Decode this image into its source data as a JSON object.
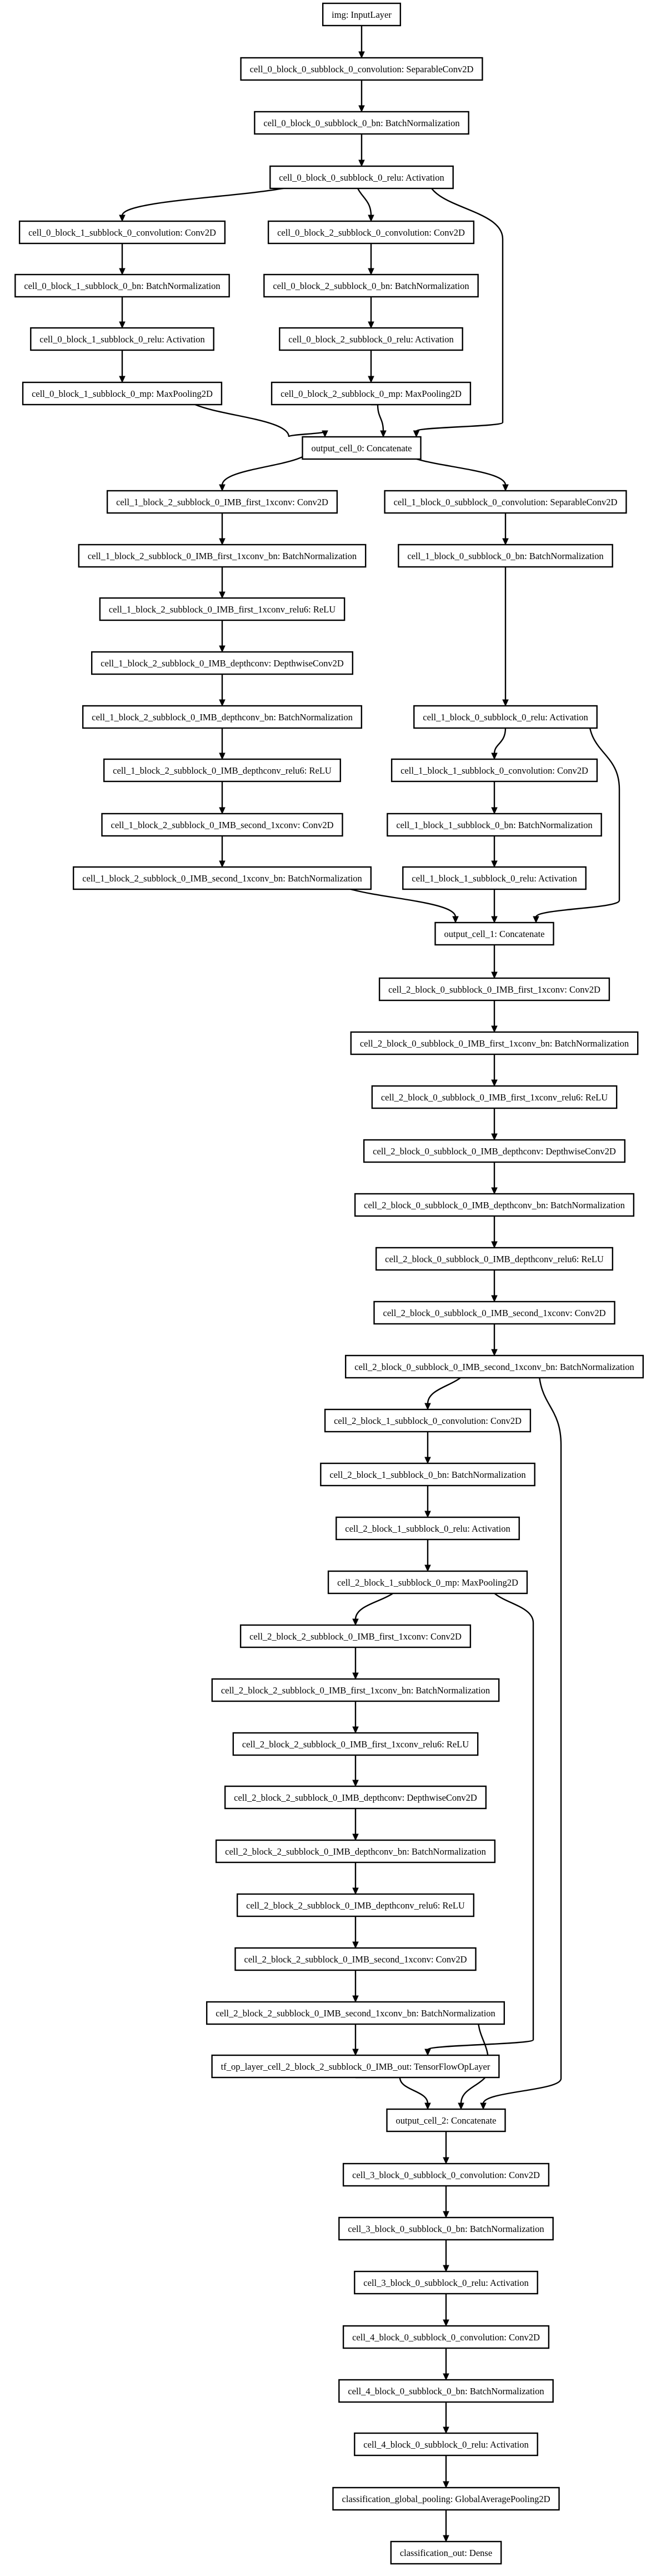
{
  "diagram": {
    "type": "keras-model-plot",
    "nodes": [
      {
        "id": "img",
        "label": "img: InputLayer"
      },
      {
        "id": "c0sep",
        "label": "cell_0_block_0_subblock_0_convolution: SeparableConv2D"
      },
      {
        "id": "c0bn",
        "label": "cell_0_block_0_subblock_0_bn: BatchNormalization"
      },
      {
        "id": "c0relu",
        "label": "cell_0_block_0_subblock_0_relu: Activation"
      },
      {
        "id": "c01conv",
        "label": "cell_0_block_1_subblock_0_convolution: Conv2D"
      },
      {
        "id": "c02conv",
        "label": "cell_0_block_2_subblock_0_convolution: Conv2D"
      },
      {
        "id": "c01bn",
        "label": "cell_0_block_1_subblock_0_bn: BatchNormalization"
      },
      {
        "id": "c02bn",
        "label": "cell_0_block_2_subblock_0_bn: BatchNormalization"
      },
      {
        "id": "c01relu",
        "label": "cell_0_block_1_subblock_0_relu: Activation"
      },
      {
        "id": "c02relu",
        "label": "cell_0_block_2_subblock_0_relu: Activation"
      },
      {
        "id": "c01mp",
        "label": "cell_0_block_1_subblock_0_mp: MaxPooling2D"
      },
      {
        "id": "c02mp",
        "label": "cell_0_block_2_subblock_0_mp: MaxPooling2D"
      },
      {
        "id": "out0",
        "label": "output_cell_0: Concatenate"
      },
      {
        "id": "c12first",
        "label": "cell_1_block_2_subblock_0_IMB_first_1xconv: Conv2D"
      },
      {
        "id": "c10sep",
        "label": "cell_1_block_0_subblock_0_convolution: SeparableConv2D"
      },
      {
        "id": "c12firstbn",
        "label": "cell_1_block_2_subblock_0_IMB_first_1xconv_bn: BatchNormalization"
      },
      {
        "id": "c10bn",
        "label": "cell_1_block_0_subblock_0_bn: BatchNormalization"
      },
      {
        "id": "c12firstrelu",
        "label": "cell_1_block_2_subblock_0_IMB_first_1xconv_relu6: ReLU"
      },
      {
        "id": "c12dw",
        "label": "cell_1_block_2_subblock_0_IMB_depthconv: DepthwiseConv2D"
      },
      {
        "id": "c12dwbn",
        "label": "cell_1_block_2_subblock_0_IMB_depthconv_bn: BatchNormalization"
      },
      {
        "id": "c10relu",
        "label": "cell_1_block_0_subblock_0_relu: Activation"
      },
      {
        "id": "c12dwrelu",
        "label": "cell_1_block_2_subblock_0_IMB_depthconv_relu6: ReLU"
      },
      {
        "id": "c11conv",
        "label": "cell_1_block_1_subblock_0_convolution: Conv2D"
      },
      {
        "id": "c12second",
        "label": "cell_1_block_2_subblock_0_IMB_second_1xconv: Conv2D"
      },
      {
        "id": "c11bn",
        "label": "cell_1_block_1_subblock_0_bn: BatchNormalization"
      },
      {
        "id": "c12secondbn",
        "label": "cell_1_block_2_subblock_0_IMB_second_1xconv_bn: BatchNormalization"
      },
      {
        "id": "c11relu",
        "label": "cell_1_block_1_subblock_0_relu: Activation"
      },
      {
        "id": "out1",
        "label": "output_cell_1: Concatenate"
      },
      {
        "id": "c20first",
        "label": "cell_2_block_0_subblock_0_IMB_first_1xconv: Conv2D"
      },
      {
        "id": "c20firstbn",
        "label": "cell_2_block_0_subblock_0_IMB_first_1xconv_bn: BatchNormalization"
      },
      {
        "id": "c20firstrelu",
        "label": "cell_2_block_0_subblock_0_IMB_first_1xconv_relu6: ReLU"
      },
      {
        "id": "c20dw",
        "label": "cell_2_block_0_subblock_0_IMB_depthconv: DepthwiseConv2D"
      },
      {
        "id": "c20dwbn",
        "label": "cell_2_block_0_subblock_0_IMB_depthconv_bn: BatchNormalization"
      },
      {
        "id": "c20dwrelu",
        "label": "cell_2_block_0_subblock_0_IMB_depthconv_relu6: ReLU"
      },
      {
        "id": "c20second",
        "label": "cell_2_block_0_subblock_0_IMB_second_1xconv: Conv2D"
      },
      {
        "id": "c20secondbn",
        "label": "cell_2_block_0_subblock_0_IMB_second_1xconv_bn: BatchNormalization"
      },
      {
        "id": "c21conv",
        "label": "cell_2_block_1_subblock_0_convolution: Conv2D"
      },
      {
        "id": "c21bn",
        "label": "cell_2_block_1_subblock_0_bn: BatchNormalization"
      },
      {
        "id": "c21relu",
        "label": "cell_2_block_1_subblock_0_relu: Activation"
      },
      {
        "id": "c21mp",
        "label": "cell_2_block_1_subblock_0_mp: MaxPooling2D"
      },
      {
        "id": "c22first",
        "label": "cell_2_block_2_subblock_0_IMB_first_1xconv: Conv2D"
      },
      {
        "id": "c22firstbn",
        "label": "cell_2_block_2_subblock_0_IMB_first_1xconv_bn: BatchNormalization"
      },
      {
        "id": "c22firstrelu",
        "label": "cell_2_block_2_subblock_0_IMB_first_1xconv_relu6: ReLU"
      },
      {
        "id": "c22dw",
        "label": "cell_2_block_2_subblock_0_IMB_depthconv: DepthwiseConv2D"
      },
      {
        "id": "c22dwbn",
        "label": "cell_2_block_2_subblock_0_IMB_depthconv_bn: BatchNormalization"
      },
      {
        "id": "c22dwrelu",
        "label": "cell_2_block_2_subblock_0_IMB_depthconv_relu6: ReLU"
      },
      {
        "id": "c22second",
        "label": "cell_2_block_2_subblock_0_IMB_second_1xconv: Conv2D"
      },
      {
        "id": "c22secondbn",
        "label": "cell_2_block_2_subblock_0_IMB_second_1xconv_bn: BatchNormalization"
      },
      {
        "id": "tfop",
        "label": "tf_op_layer_cell_2_block_2_subblock_0_IMB_out: TensorFlowOpLayer"
      },
      {
        "id": "out2",
        "label": "output_cell_2: Concatenate"
      },
      {
        "id": "c30conv",
        "label": "cell_3_block_0_subblock_0_convolution: Conv2D"
      },
      {
        "id": "c30bn",
        "label": "cell_3_block_0_subblock_0_bn: BatchNormalization"
      },
      {
        "id": "c30relu",
        "label": "cell_3_block_0_subblock_0_relu: Activation"
      },
      {
        "id": "c40conv",
        "label": "cell_4_block_0_subblock_0_convolution: Conv2D"
      },
      {
        "id": "c40bn",
        "label": "cell_4_block_0_subblock_0_bn: BatchNormalization"
      },
      {
        "id": "c40relu",
        "label": "cell_4_block_0_subblock_0_relu: Activation"
      },
      {
        "id": "gap",
        "label": "classification_global_pooling: GlobalAveragePooling2D"
      },
      {
        "id": "dense",
        "label": "classification_out: Dense"
      }
    ],
    "edges": [
      [
        "img",
        "c0sep"
      ],
      [
        "c0sep",
        "c0bn"
      ],
      [
        "c0bn",
        "c0relu"
      ],
      [
        "c0relu",
        "c01conv"
      ],
      [
        "c0relu",
        "c02conv"
      ],
      [
        "c0relu",
        "out0"
      ],
      [
        "c01conv",
        "c01bn"
      ],
      [
        "c01bn",
        "c01relu"
      ],
      [
        "c01relu",
        "c01mp"
      ],
      [
        "c01mp",
        "out0"
      ],
      [
        "c02conv",
        "c02bn"
      ],
      [
        "c02bn",
        "c02relu"
      ],
      [
        "c02relu",
        "c02mp"
      ],
      [
        "c02mp",
        "out0"
      ],
      [
        "out0",
        "c12first"
      ],
      [
        "out0",
        "c10sep"
      ],
      [
        "c12first",
        "c12firstbn"
      ],
      [
        "c12firstbn",
        "c12firstrelu"
      ],
      [
        "c12firstrelu",
        "c12dw"
      ],
      [
        "c12dw",
        "c12dwbn"
      ],
      [
        "c12dwbn",
        "c12dwrelu"
      ],
      [
        "c12dwrelu",
        "c12second"
      ],
      [
        "c12second",
        "c12secondbn"
      ],
      [
        "c12secondbn",
        "out1"
      ],
      [
        "c10sep",
        "c10bn"
      ],
      [
        "c10bn",
        "c10relu"
      ],
      [
        "c10relu",
        "c11conv"
      ],
      [
        "c10relu",
        "out1"
      ],
      [
        "c11conv",
        "c11bn"
      ],
      [
        "c11bn",
        "c11relu"
      ],
      [
        "c11relu",
        "out1"
      ],
      [
        "out1",
        "c20first"
      ],
      [
        "c20first",
        "c20firstbn"
      ],
      [
        "c20firstbn",
        "c20firstrelu"
      ],
      [
        "c20firstrelu",
        "c20dw"
      ],
      [
        "c20dw",
        "c20dwbn"
      ],
      [
        "c20dwbn",
        "c20dwrelu"
      ],
      [
        "c20dwrelu",
        "c20second"
      ],
      [
        "c20second",
        "c20secondbn"
      ],
      [
        "c20secondbn",
        "c21conv"
      ],
      [
        "c20secondbn",
        "out2"
      ],
      [
        "c21conv",
        "c21bn"
      ],
      [
        "c21bn",
        "c21relu"
      ],
      [
        "c21relu",
        "c21mp"
      ],
      [
        "c21mp",
        "c22first"
      ],
      [
        "c21mp",
        "tfop"
      ],
      [
        "c22first",
        "c22firstbn"
      ],
      [
        "c22firstbn",
        "c22firstrelu"
      ],
      [
        "c22firstrelu",
        "c22dw"
      ],
      [
        "c22dw",
        "c22dwbn"
      ],
      [
        "c22dwbn",
        "c22dwrelu"
      ],
      [
        "c22dwrelu",
        "c22second"
      ],
      [
        "c22second",
        "c22secondbn"
      ],
      [
        "c22secondbn",
        "tfop"
      ],
      [
        "c22secondbn",
        "out2"
      ],
      [
        "tfop",
        "out2"
      ],
      [
        "out2",
        "c30conv"
      ],
      [
        "c30conv",
        "c30bn"
      ],
      [
        "c30bn",
        "c30relu"
      ],
      [
        "c30relu",
        "c40conv"
      ],
      [
        "c40conv",
        "c40bn"
      ],
      [
        "c40bn",
        "c40relu"
      ],
      [
        "c40relu",
        "gap"
      ],
      [
        "gap",
        "dense"
      ]
    ]
  }
}
